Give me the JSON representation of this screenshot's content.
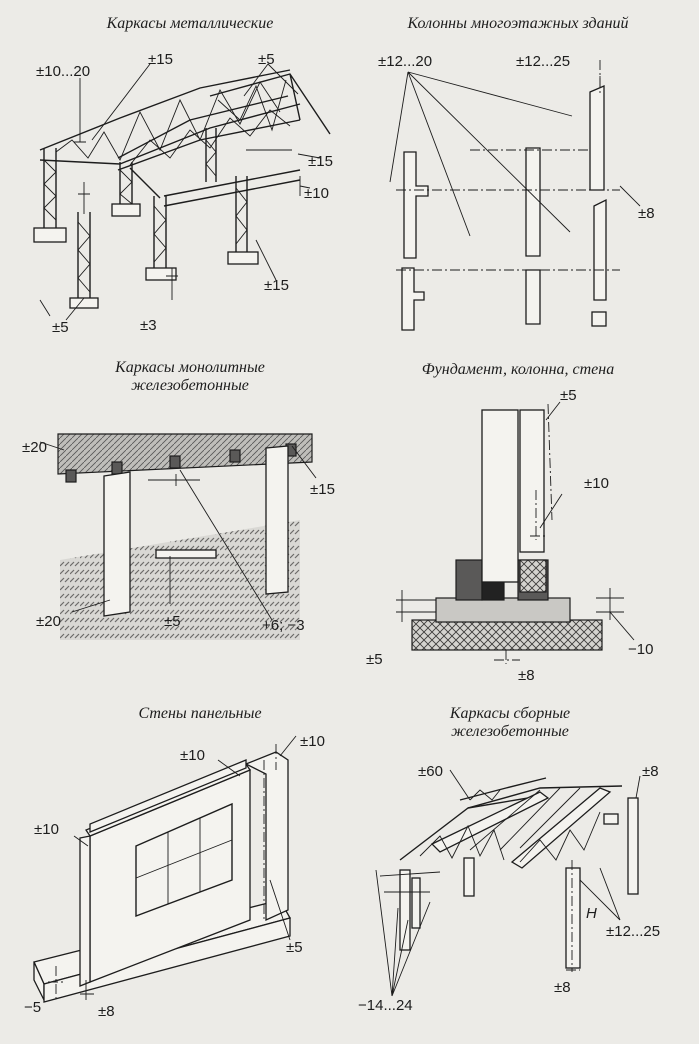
{
  "panels": {
    "metal_frames": {
      "title": "Каркасы металлические",
      "tolerances": [
        "±10...20",
        "±15",
        "±5",
        "±15",
        "±10",
        "±15",
        "±5",
        "±3"
      ]
    },
    "multistorey_columns": {
      "title": "Колонны многоэтажных зданий",
      "tolerances": [
        "±12...20",
        "±12...25",
        "±8"
      ]
    },
    "monolithic_frames": {
      "title_line1": "Каркасы монолитные",
      "title_line2": "железобетонные",
      "tolerances": [
        "±20",
        "±15",
        "±20",
        "±5",
        "+6; −3"
      ]
    },
    "foundation_column_wall": {
      "title": "Фундамент, колонна, стена",
      "tolerances": [
        "±5",
        "±10",
        "±5",
        "−10",
        "±8"
      ]
    },
    "panel_walls": {
      "title": "Стены панельные",
      "tolerances": [
        "±10",
        "±10",
        "±10",
        "±5",
        "−5",
        "±8"
      ]
    },
    "precast_frames": {
      "title_line1": "Каркасы сборные",
      "title_line2": "железобетонные",
      "tolerances": [
        "±60",
        "±8",
        "±12...25",
        "±8",
        "−14...24"
      ],
      "height_symbol": "H"
    }
  },
  "colors": {
    "paper": "#ecebe7",
    "ink": "#1d1d1d",
    "light_fill": "#c9c8c4",
    "mid_fill": "#5a5958",
    "dark_fill": "#222222"
  }
}
